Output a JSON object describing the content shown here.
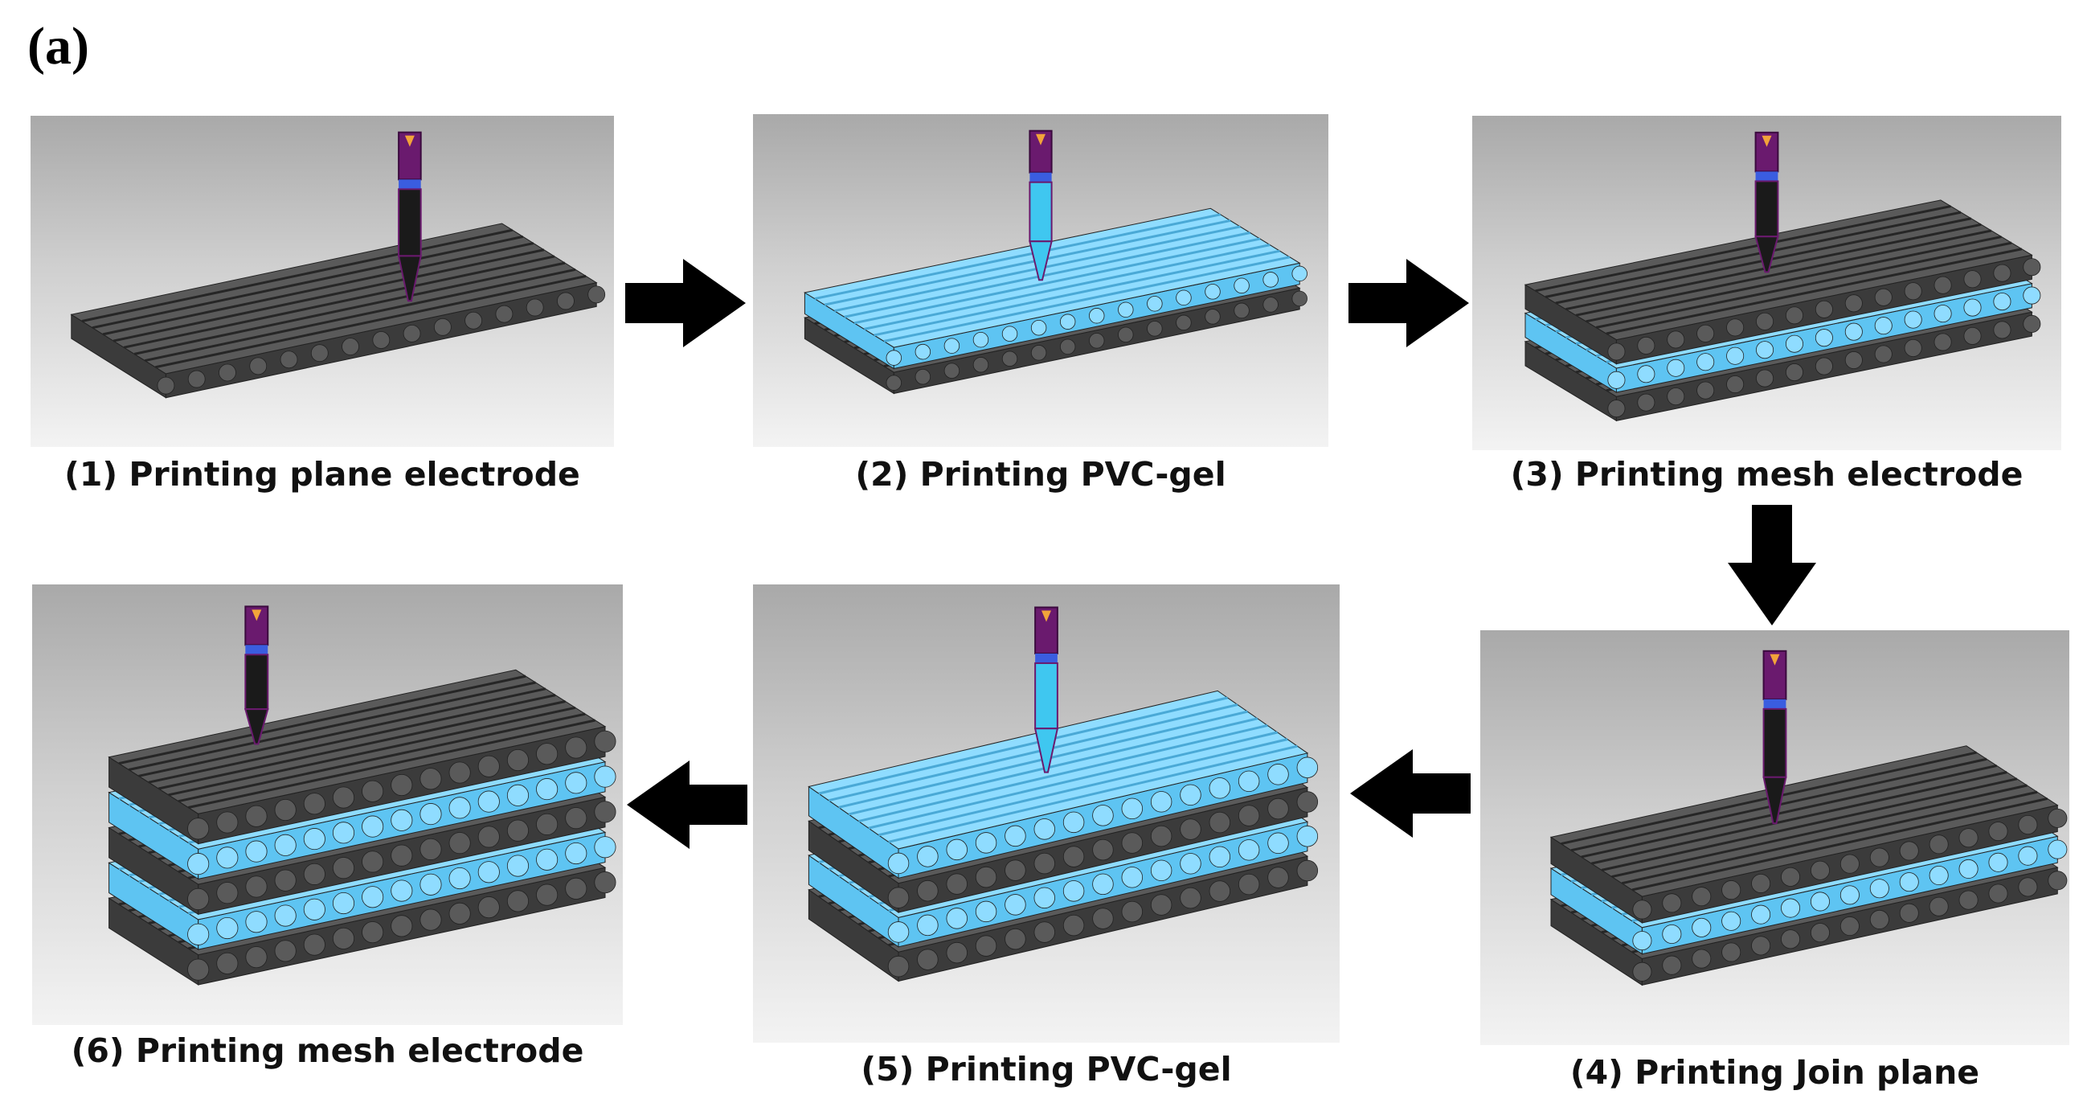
{
  "panel_label": "(a)",
  "steps": [
    {
      "caption": "(1) Printing plane electrode",
      "layers": [
        "mesh"
      ],
      "nozzle": "purple"
    },
    {
      "caption": "(2) Printing PVC-gel",
      "layers": [
        "mesh",
        "gel"
      ],
      "nozzle": "blue"
    },
    {
      "caption": "(3) Printing mesh electrode",
      "layers": [
        "mesh",
        "gel",
        "mesh"
      ],
      "nozzle": "purple"
    },
    {
      "caption": "(4) Printing Join plane",
      "layers": [
        "mesh",
        "gel",
        "mesh"
      ],
      "nozzle": "purple"
    },
    {
      "caption": "(5) Printing PVC-gel",
      "layers": [
        "mesh",
        "gel",
        "mesh",
        "gel"
      ],
      "nozzle": "blue"
    },
    {
      "caption": "(6) Printing mesh electrode",
      "layers": [
        "mesh",
        "gel",
        "mesh",
        "gel",
        "mesh"
      ],
      "nozzle": "purple"
    }
  ],
  "colors": {
    "electrode": "#3b3b3b",
    "electrode_highlight": "#5a5a5a",
    "gel": "#5ec4f2",
    "gel_highlight": "#8fdcff",
    "nozzle_body": "#6a1a6e",
    "nozzle_band": "#3a5de0",
    "nozzle_tip_dark": "#1a1a1a",
    "nozzle_tip_blue": "#3fc7f0",
    "arrow": "#000000"
  },
  "arrows": [
    "arrow-right",
    "arrow-right",
    "arrow-down",
    "arrow-left",
    "arrow-left"
  ]
}
